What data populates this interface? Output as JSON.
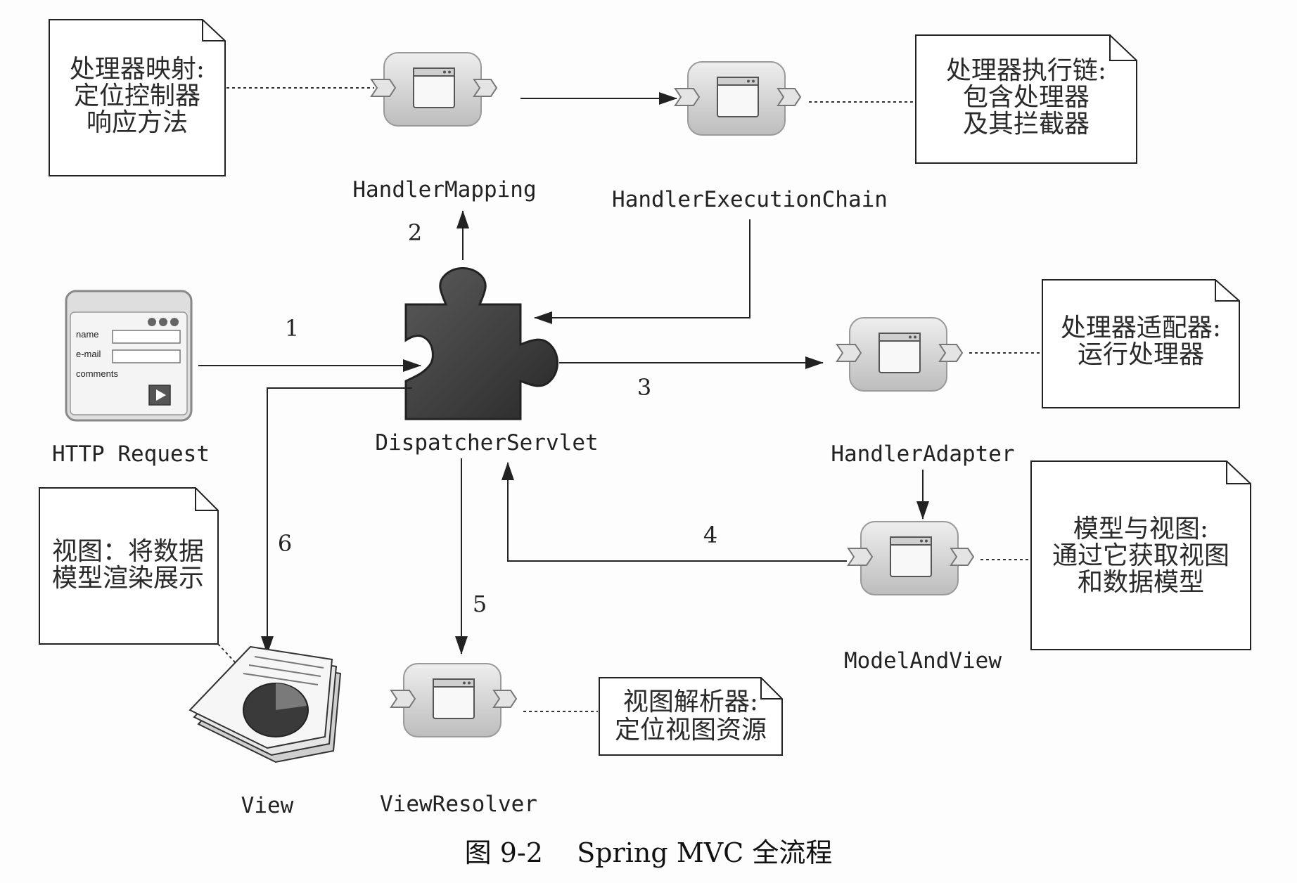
{
  "labels": {
    "handler_mapping": "HandlerMapping",
    "handler_execution_chain": "HandlerExecutionChain",
    "dispatcher_servlet": "DispatcherServlet",
    "http_request": "HTTP Request",
    "handler_adapter": "HandlerAdapter",
    "model_and_view": "ModelAndView",
    "view": "View",
    "view_resolver": "ViewResolver"
  },
  "steps": [
    "1",
    "2",
    "3",
    "4",
    "5",
    "6"
  ],
  "notes": {
    "handler_mapping": [
      "处理器映射:",
      "定位控制器",
      "响应方法"
    ],
    "handler_execution_chain": [
      "处理器执行链:",
      "包含处理器",
      "及其拦截器"
    ],
    "handler_adapter": [
      "处理器适配器:",
      "运行处理器"
    ],
    "model_and_view": [
      "模型与视图:",
      "通过它获取视图",
      "和数据模型"
    ],
    "view": [
      "视图：将数据",
      "模型渲染展示"
    ],
    "view_resolver": [
      "视图解析器:",
      "定位视图资源"
    ]
  },
  "form": {
    "name": "name",
    "email": "e-mail",
    "comments": "comments"
  },
  "caption": "图 9-2    Spring MVC 全流程",
  "colors": {
    "line": "#222222",
    "puzzle": "#3a3a3a",
    "component": "#d4d4d4"
  }
}
